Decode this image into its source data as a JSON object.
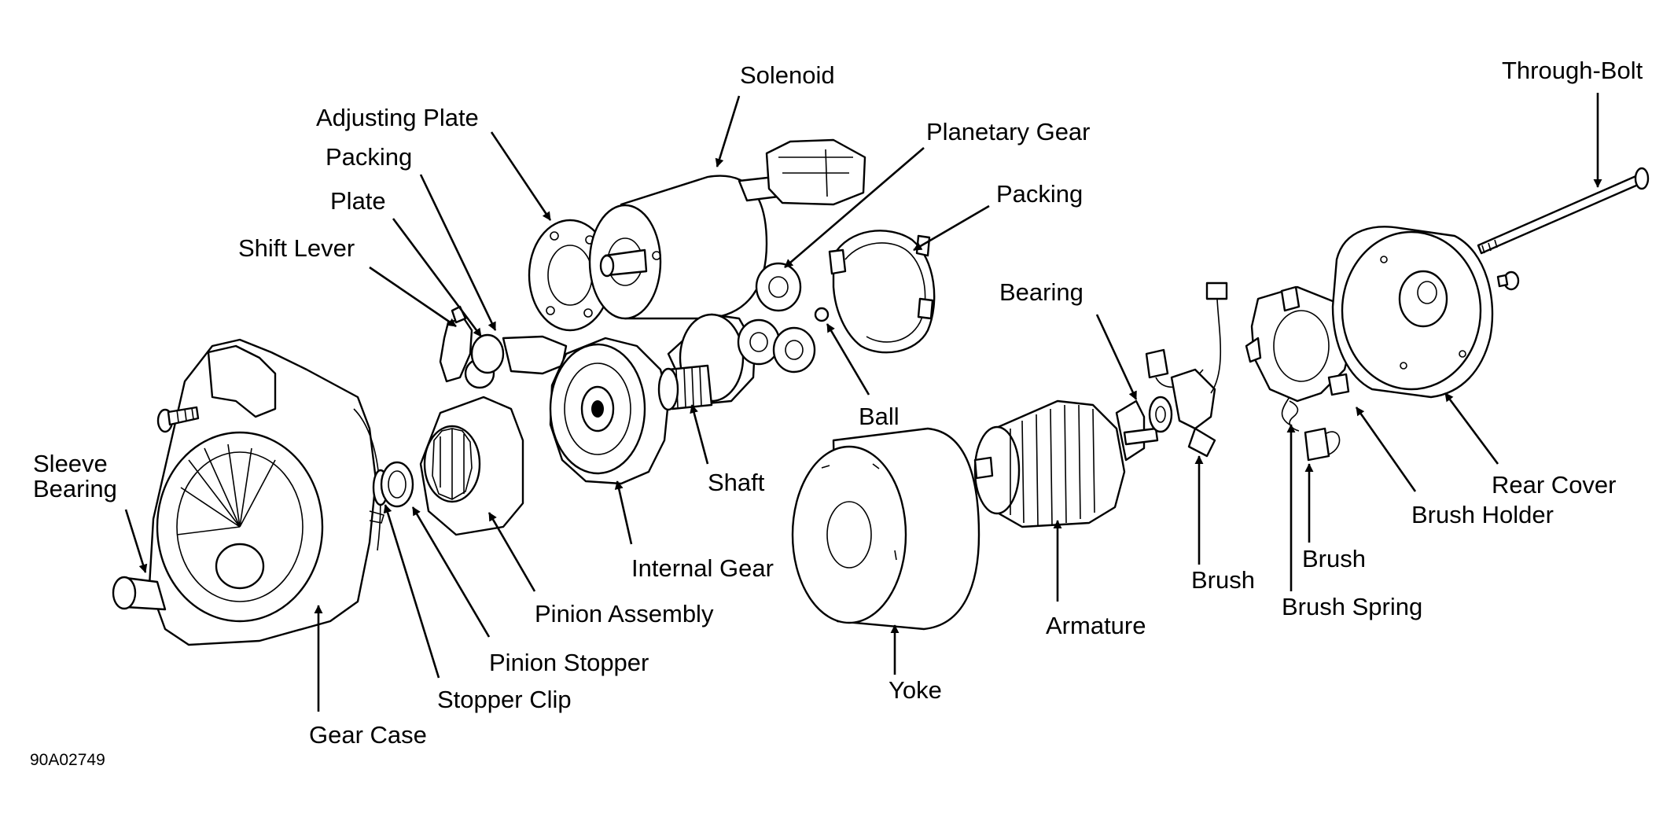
{
  "figure": {
    "code": "90A02749",
    "labels": {
      "solenoid": "Solenoid",
      "adjusting_plate": "Adjusting Plate",
      "packing_left": "Packing",
      "plate": "Plate",
      "shift_lever": "Shift Lever",
      "planetary_gear": "Planetary Gear",
      "packing_right": "Packing",
      "through_bolt": "Through-Bolt",
      "bearing": "Bearing",
      "ball": "Ball",
      "shaft": "Shaft",
      "sleeve_bearing_line1": "Sleeve",
      "sleeve_bearing_line2": "Bearing",
      "internal_gear": "Internal Gear",
      "pinion_assembly": "Pinion Assembly",
      "pinion_stopper": "Pinion Stopper",
      "stopper_clip": "Stopper Clip",
      "gear_case": "Gear Case",
      "yoke": "Yoke",
      "armature": "Armature",
      "brush_left": "Brush",
      "brush_right": "Brush",
      "brush_spring": "Brush Spring",
      "brush_holder": "Brush Holder",
      "rear_cover": "Rear Cover"
    }
  }
}
